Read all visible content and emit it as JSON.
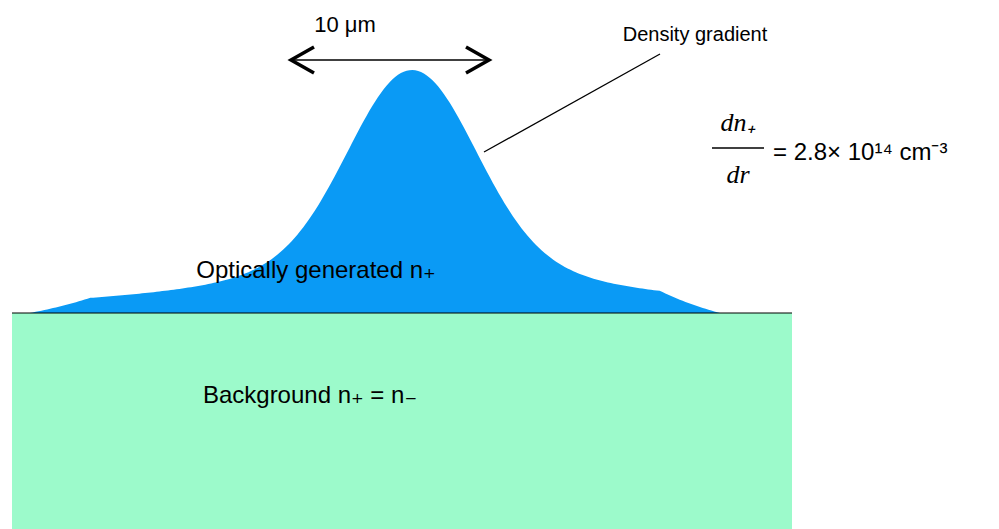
{
  "diagram": {
    "nodes": [
      {
        "text": [
          "Background n₊ = n₋"
        ]
      },
      {
        "text": [
          "Optically generated n₊"
        ]
      }
    ],
    "labels": [
      "10 μm",
      "Density gradient",
      "dn₊",
      "dr",
      "= 2.8× 10¹⁴ cm⁻³"
    ]
  }
}
